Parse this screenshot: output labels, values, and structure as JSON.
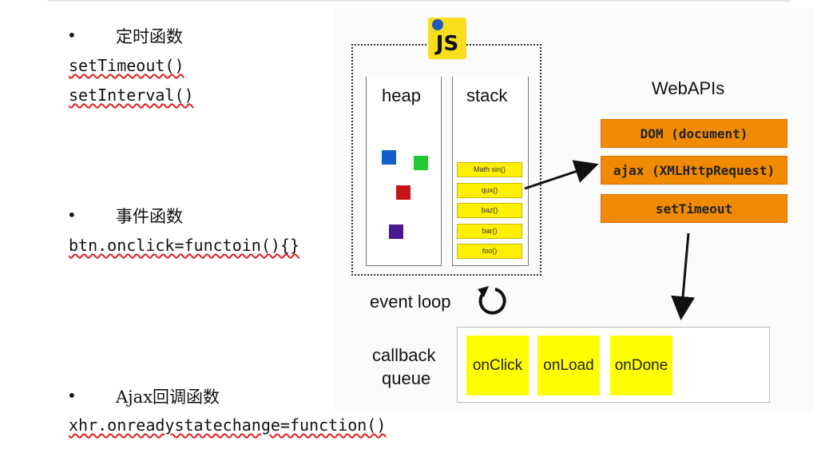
{
  "sections": [
    {
      "bullet": "•",
      "heading": "定时函数",
      "lines": [
        "setTimeout()",
        "setInterval()"
      ]
    },
    {
      "bullet": "•",
      "heading": "事件函数",
      "lines": [
        "btn.onclick=functoin(){}"
      ]
    },
    {
      "bullet": "•",
      "heading": "Ajax回调函数",
      "lines": [
        "xhr.onreadystatechange=function()"
      ]
    }
  ],
  "diagram": {
    "logo_text": "JS",
    "heap_label": "heap",
    "stack_label": "stack",
    "stack_frames": [
      "Math sin()",
      "qux()",
      "baz()",
      "bar()",
      "foo()"
    ],
    "heap_object_colors": [
      "#1560c8",
      "#22c830",
      "#c81414",
      "#4a1a8c"
    ],
    "webapis_title": "WebAPIs",
    "webapis": [
      "DOM (document)",
      "ajax (XMLHttpRequest)",
      "setTimeout"
    ],
    "event_loop_label": "event loop",
    "callback_queue_label_1": "callback",
    "callback_queue_label_2": "queue",
    "callbacks": [
      "onClick",
      "onLoad",
      "onDone"
    ],
    "colors": {
      "api_orange": "#f08a00",
      "queue_yellow": "#ffff00",
      "frame_yellow": "#ffef00",
      "js_yellow": "#f7df1e"
    }
  }
}
